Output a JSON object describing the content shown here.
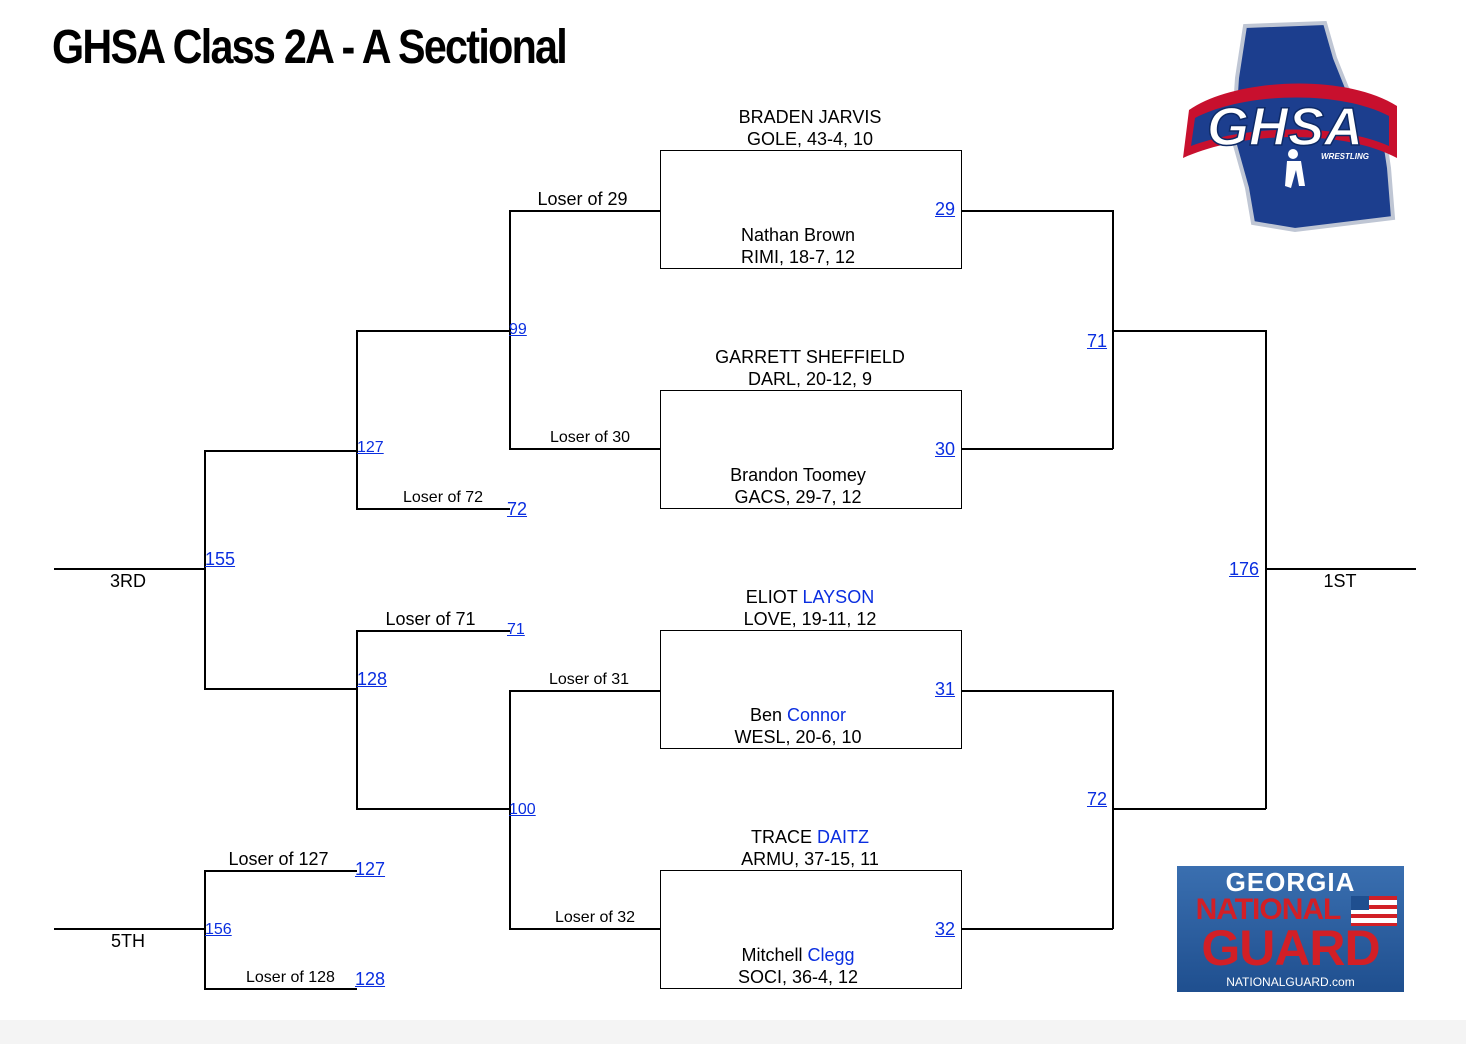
{
  "title": "GHSA Class 2A - A Sectional",
  "colors": {
    "link": "#0a2ee0",
    "ghsa_blue": "#1c3e8e",
    "ghsa_red": "#c8102e",
    "guard_red": "#d21f26",
    "guard_blue": "#2a5a9a"
  },
  "logos": {
    "ghsa": {
      "main": "GHSA",
      "sub": "WRESTLING"
    },
    "guard": {
      "line1": "GEORGIA",
      "line2": "NATIONAL",
      "line3": "GUARD",
      "line4": "NATIONALGUARD.com"
    }
  },
  "bracket": {
    "wrestlers": [
      {
        "name_first": "BRADEN",
        "name_last": "JARVIS",
        "info": "GOLE, 43-4, 10"
      },
      {
        "name_first": "Nathan",
        "name_last": "Brown",
        "info": "RIMI, 18-7, 12"
      },
      {
        "name_first": "GARRETT",
        "name_last": "SHEFFIELD",
        "info": "DARL, 20-12, 9"
      },
      {
        "name_first": "Brandon",
        "name_last": "Toomey",
        "info": "GACS, 29-7, 12"
      },
      {
        "name_first": "ELIOT",
        "name_last": "LAYSON",
        "info": "LOVE, 19-11, 12"
      },
      {
        "name_first": "Ben",
        "name_last": "Connor",
        "info": "WESL, 20-6, 10"
      },
      {
        "name_first": "TRACE",
        "name_last": "DAITZ",
        "info": "ARMU, 37-15, 11"
      },
      {
        "name_first": "Mitchell",
        "name_last": "Clegg",
        "info": "SOCI, 36-4, 12"
      }
    ],
    "matches": {
      "m29": "29",
      "m30": "30",
      "m31": "31",
      "m32": "32",
      "m71": "71",
      "m72": "72",
      "m176": "176",
      "m99": "99",
      "m100": "100",
      "m127": "127",
      "m128": "128",
      "m155": "155",
      "m156": "156",
      "m72_loser": "72",
      "m71_loser": "71",
      "m127_loser": "127",
      "m128_loser": "128"
    },
    "losers": {
      "l29": "Loser of 29",
      "l30": "Loser of 30",
      "l31": "Loser of 31",
      "l32": "Loser of 32",
      "l72": "Loser of 72",
      "l71": "Loser of 71",
      "l127": "Loser of 127",
      "l128": "Loser of 128"
    },
    "places": {
      "first": "1ST",
      "third": "3RD",
      "fifth": "5TH"
    }
  }
}
